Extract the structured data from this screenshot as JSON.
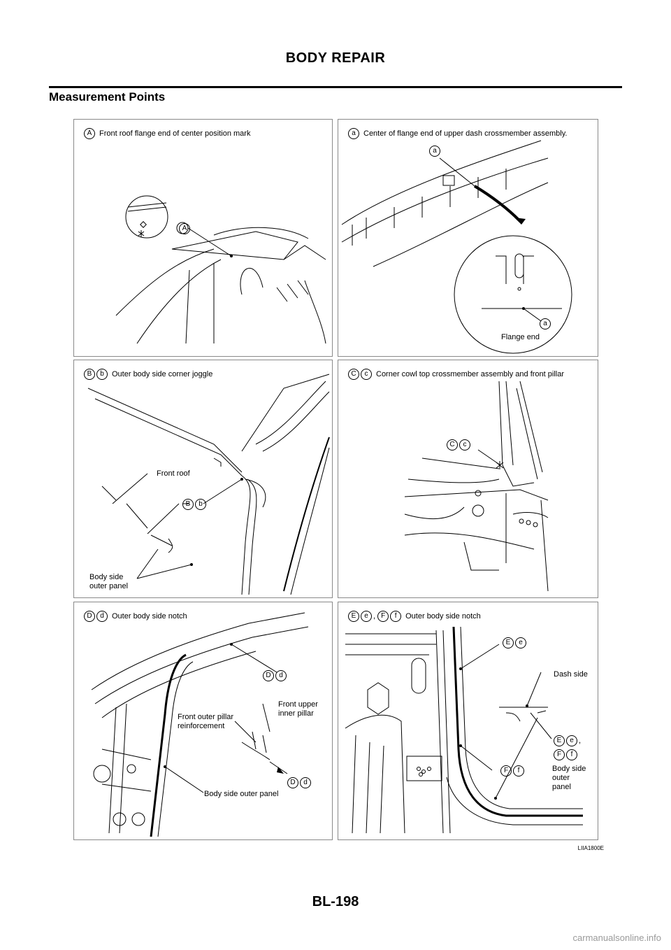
{
  "header": {
    "title": "BODY REPAIR"
  },
  "section": {
    "title": "Measurement Points"
  },
  "panels": {
    "a_upper": {
      "marks": [
        "A"
      ],
      "caption": "Front roof flange end of center position mark",
      "callout": "A"
    },
    "a_lower": {
      "marks": [
        "a"
      ],
      "caption": "Center of flange end of upper dash crossmember assembly.",
      "callout": "a",
      "inset_callout": "a",
      "inset_label": "Flange end"
    },
    "b": {
      "marks": [
        "B",
        "b"
      ],
      "caption": "Outer body side corner joggle",
      "front_roof": "Front roof",
      "callout": [
        "B",
        "b"
      ],
      "body_side_1": "Body side",
      "body_side_2": "outer panel"
    },
    "c": {
      "marks": [
        "C",
        "c"
      ],
      "caption": "Corner cowl top crossmember assembly and front pillar",
      "callout": [
        "C",
        "c"
      ]
    },
    "d": {
      "marks": [
        "D",
        "d"
      ],
      "caption": "Outer body side notch",
      "callout": [
        "D",
        "d"
      ],
      "front_outer_1": "Front outer pillar",
      "front_outer_2": "reinforcement",
      "front_upper_1": "Front upper",
      "front_upper_2": "inner pillar",
      "body_side_outer": "Body side outer panel"
    },
    "ef": {
      "marks_e": [
        "E",
        "e"
      ],
      "comma": ",",
      "marks_f": [
        "F",
        "f"
      ],
      "caption": "Outer body side notch",
      "dash_side": "Dash side",
      "callout_e": [
        "E",
        "e"
      ],
      "callout_f": [
        "F",
        "f"
      ],
      "body_1": "Body side",
      "body_2": "outer",
      "body_3": "panel"
    }
  },
  "figure_code": "LIIA1800E",
  "page_number": "BL-198",
  "watermark": "carmanualsonline.info"
}
